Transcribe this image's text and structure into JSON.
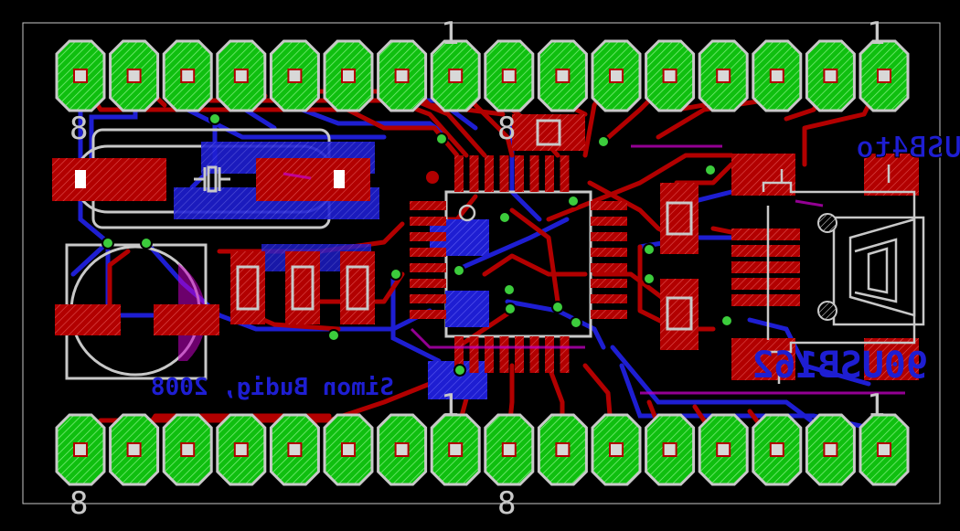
{
  "board": {
    "colors": {
      "background": "#000000",
      "outline": "#c8c8c8",
      "top_copper": "#b20000",
      "bottom_copper": "#1e1ed2",
      "pad": "#0fbf0f",
      "via": "#3ccc3c",
      "silk": "#c8c8c8",
      "doc_layer": "#c400c4"
    },
    "labels": {
      "pin1_top_left": "1",
      "pin1_top_right": "1",
      "pin8_top_left": "8",
      "pin8_top_mid": "8",
      "pin1_bot_mid": "1",
      "pin1_bot_right": "1",
      "pin8_bot_left": "8",
      "pin8_bot_mid": "8",
      "mirrored_title": "USB4to",
      "mirrored_part": "90USB162",
      "mirrored_credit": "Simon Budig, 2008"
    },
    "header_pins_per_row": 16,
    "components": [
      "crystal",
      "buzzer",
      "chip-resistor-1",
      "chip-resistor-2",
      "chip-resistor-3",
      "mcu-qfn",
      "mini-usb-connector",
      "capacitor-1",
      "capacitor-2",
      "top-capacitor"
    ]
  }
}
